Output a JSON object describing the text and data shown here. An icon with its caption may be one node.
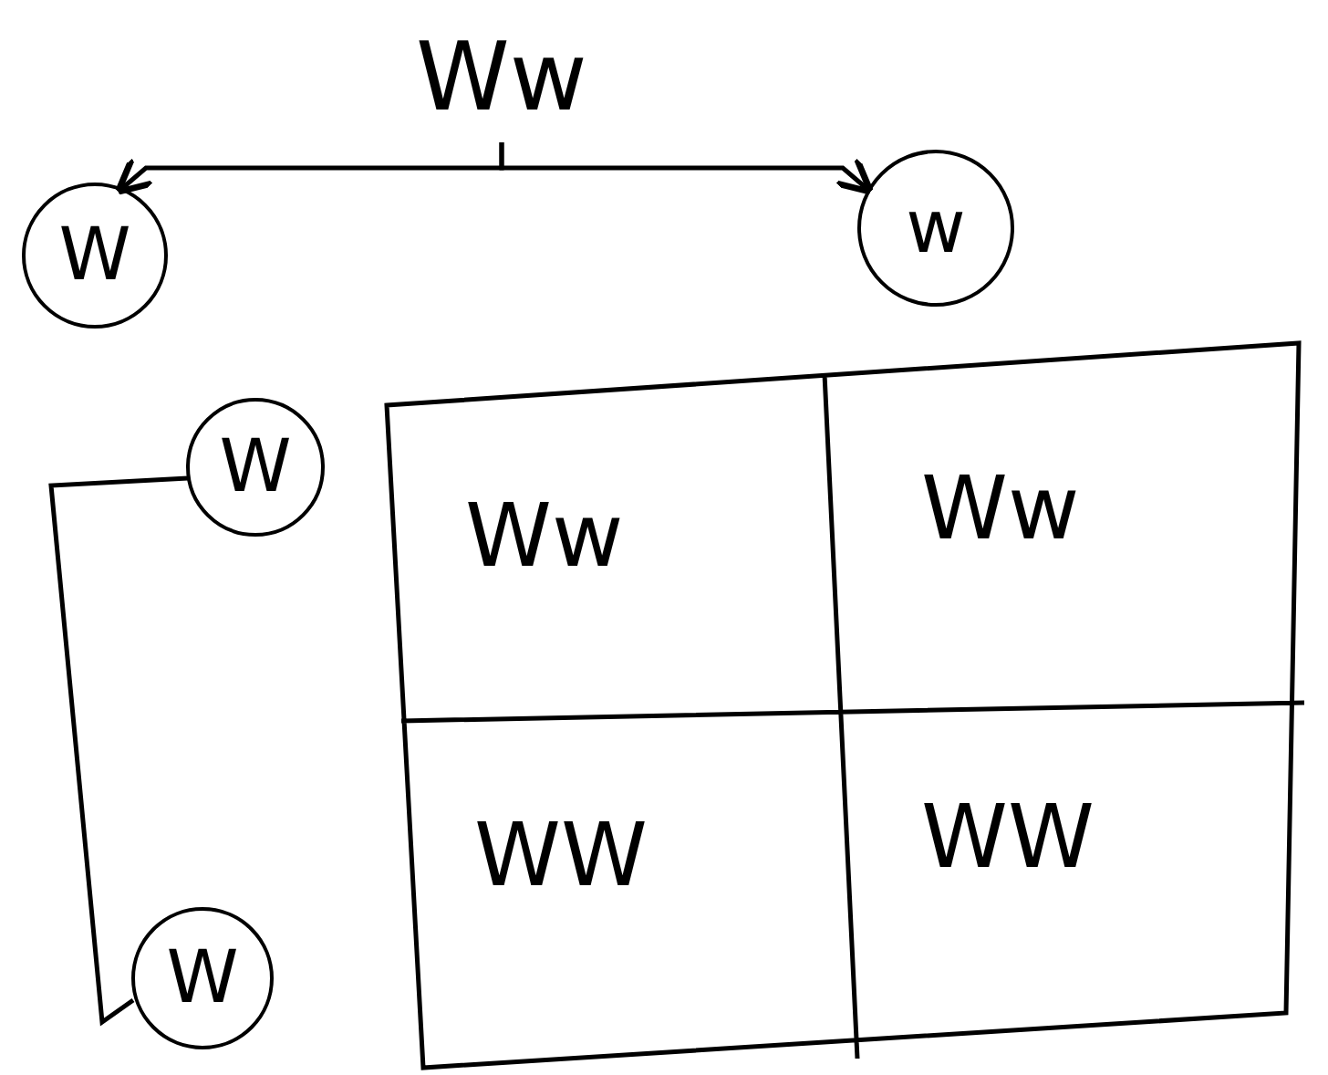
{
  "diagram": {
    "nodes": [
      {
        "text": [
          "Ww"
        ]
      },
      {
        "text": [
          "W"
        ]
      },
      {
        "text": [
          "w"
        ]
      },
      {
        "text": [
          "W"
        ]
      },
      {
        "text": [
          "W"
        ]
      }
    ],
    "edges": [
      {
        "from": 0,
        "to": 1,
        "arrow": "to"
      },
      {
        "from": 0,
        "to": 2,
        "arrow": "to"
      },
      {
        "from": 3,
        "to": 4,
        "arrow": "none"
      }
    ],
    "labels": [
      "Ww",
      "Ww",
      "WW",
      "WW"
    ]
  }
}
